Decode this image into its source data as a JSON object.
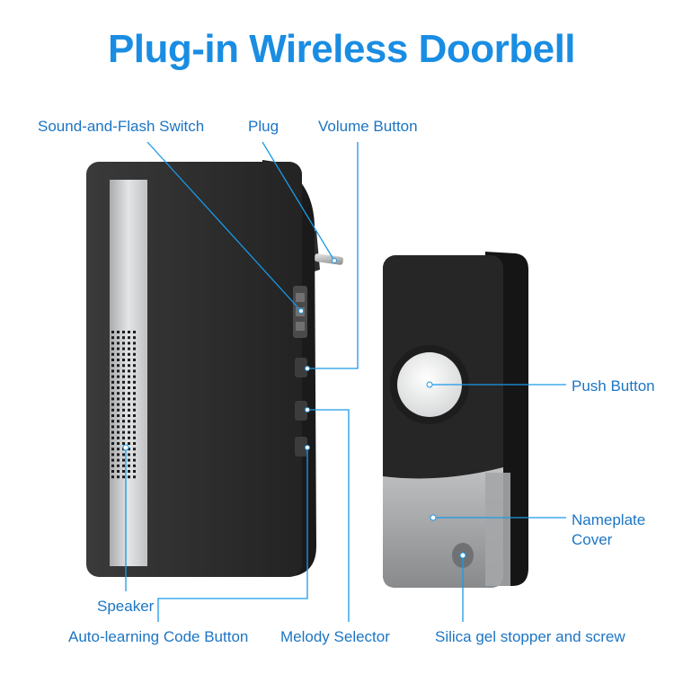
{
  "title": "Plug-in Wireless Doorbell",
  "colors": {
    "accent": "#1a8de3",
    "label": "#1c75c4",
    "callout_line": "#1a9ae8",
    "body_dark": "#2b2b2b",
    "silver_panel": "#c9cbcd"
  },
  "labels": {
    "sound_flash_switch": "Sound-and-Flash Switch",
    "plug": "Plug",
    "volume_button": "Volume Button",
    "push_button": "Push Button",
    "nameplate_cover_line1": "Nameplate",
    "nameplate_cover_line2": "Cover",
    "speaker": "Speaker",
    "auto_learning_code_button": "Auto-learning Code Button",
    "melody_selector": "Melody Selector",
    "silica_gel_stopper": "Silica gel stopper and screw"
  }
}
